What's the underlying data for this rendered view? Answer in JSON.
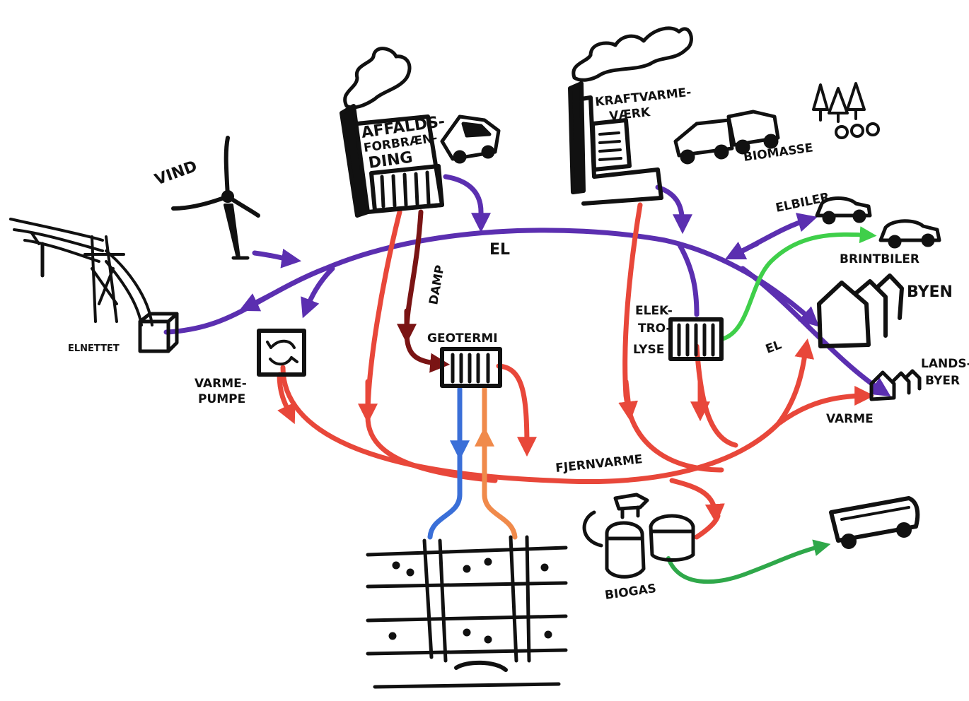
{
  "labels": {
    "vind": "VIND",
    "affalds_1": "AFFALDS-",
    "affalds_2": "FORBRÆN-",
    "affalds_3": "DING",
    "kraftvarme_1": "KRAFTVARME-",
    "kraftvarme_2": "VÆRK",
    "biomasse": "BIOMASSE",
    "elbiler": "ELBILER",
    "brintbiler": "BRINTBILER",
    "byen": "BYEN",
    "landsbyer_1": "LANDS-",
    "landsbyer_2": "BYER",
    "varme": "VARME",
    "el_top": "EL",
    "el_right": "EL",
    "damp": "DAMP",
    "geotermi": "GEOTERMI",
    "elektrolyse_1": "ELEK-",
    "elektrolyse_2": "TRO-",
    "elektrolyse_3": "LYSE",
    "elnettet": "ELNETTET",
    "varmepumpe_1": "VARME-",
    "varmepumpe_2": "PUMPE",
    "fjernvarme": "FJERNVARME",
    "biogas": "BIOGAS"
  },
  "colors": {
    "el": "#5b2fb0",
    "heat": "#e8473a",
    "steam": "#7a1414",
    "cold_water": "#3a6fd8",
    "warm_water": "#f08a4b",
    "gas": "#2fa84a",
    "hydrogen": "#3fcf4a",
    "ink": "#111111"
  },
  "icons": [
    "wind-turbine-icon",
    "power-pylon-icon",
    "waste-incinerator-icon",
    "chp-plant-icon",
    "truck-icon",
    "tree-icon",
    "car-icon",
    "house-icon",
    "bus-icon",
    "biogas-tank-icon",
    "cow-icon",
    "heat-pump-icon",
    "geothermal-well-icon"
  ]
}
